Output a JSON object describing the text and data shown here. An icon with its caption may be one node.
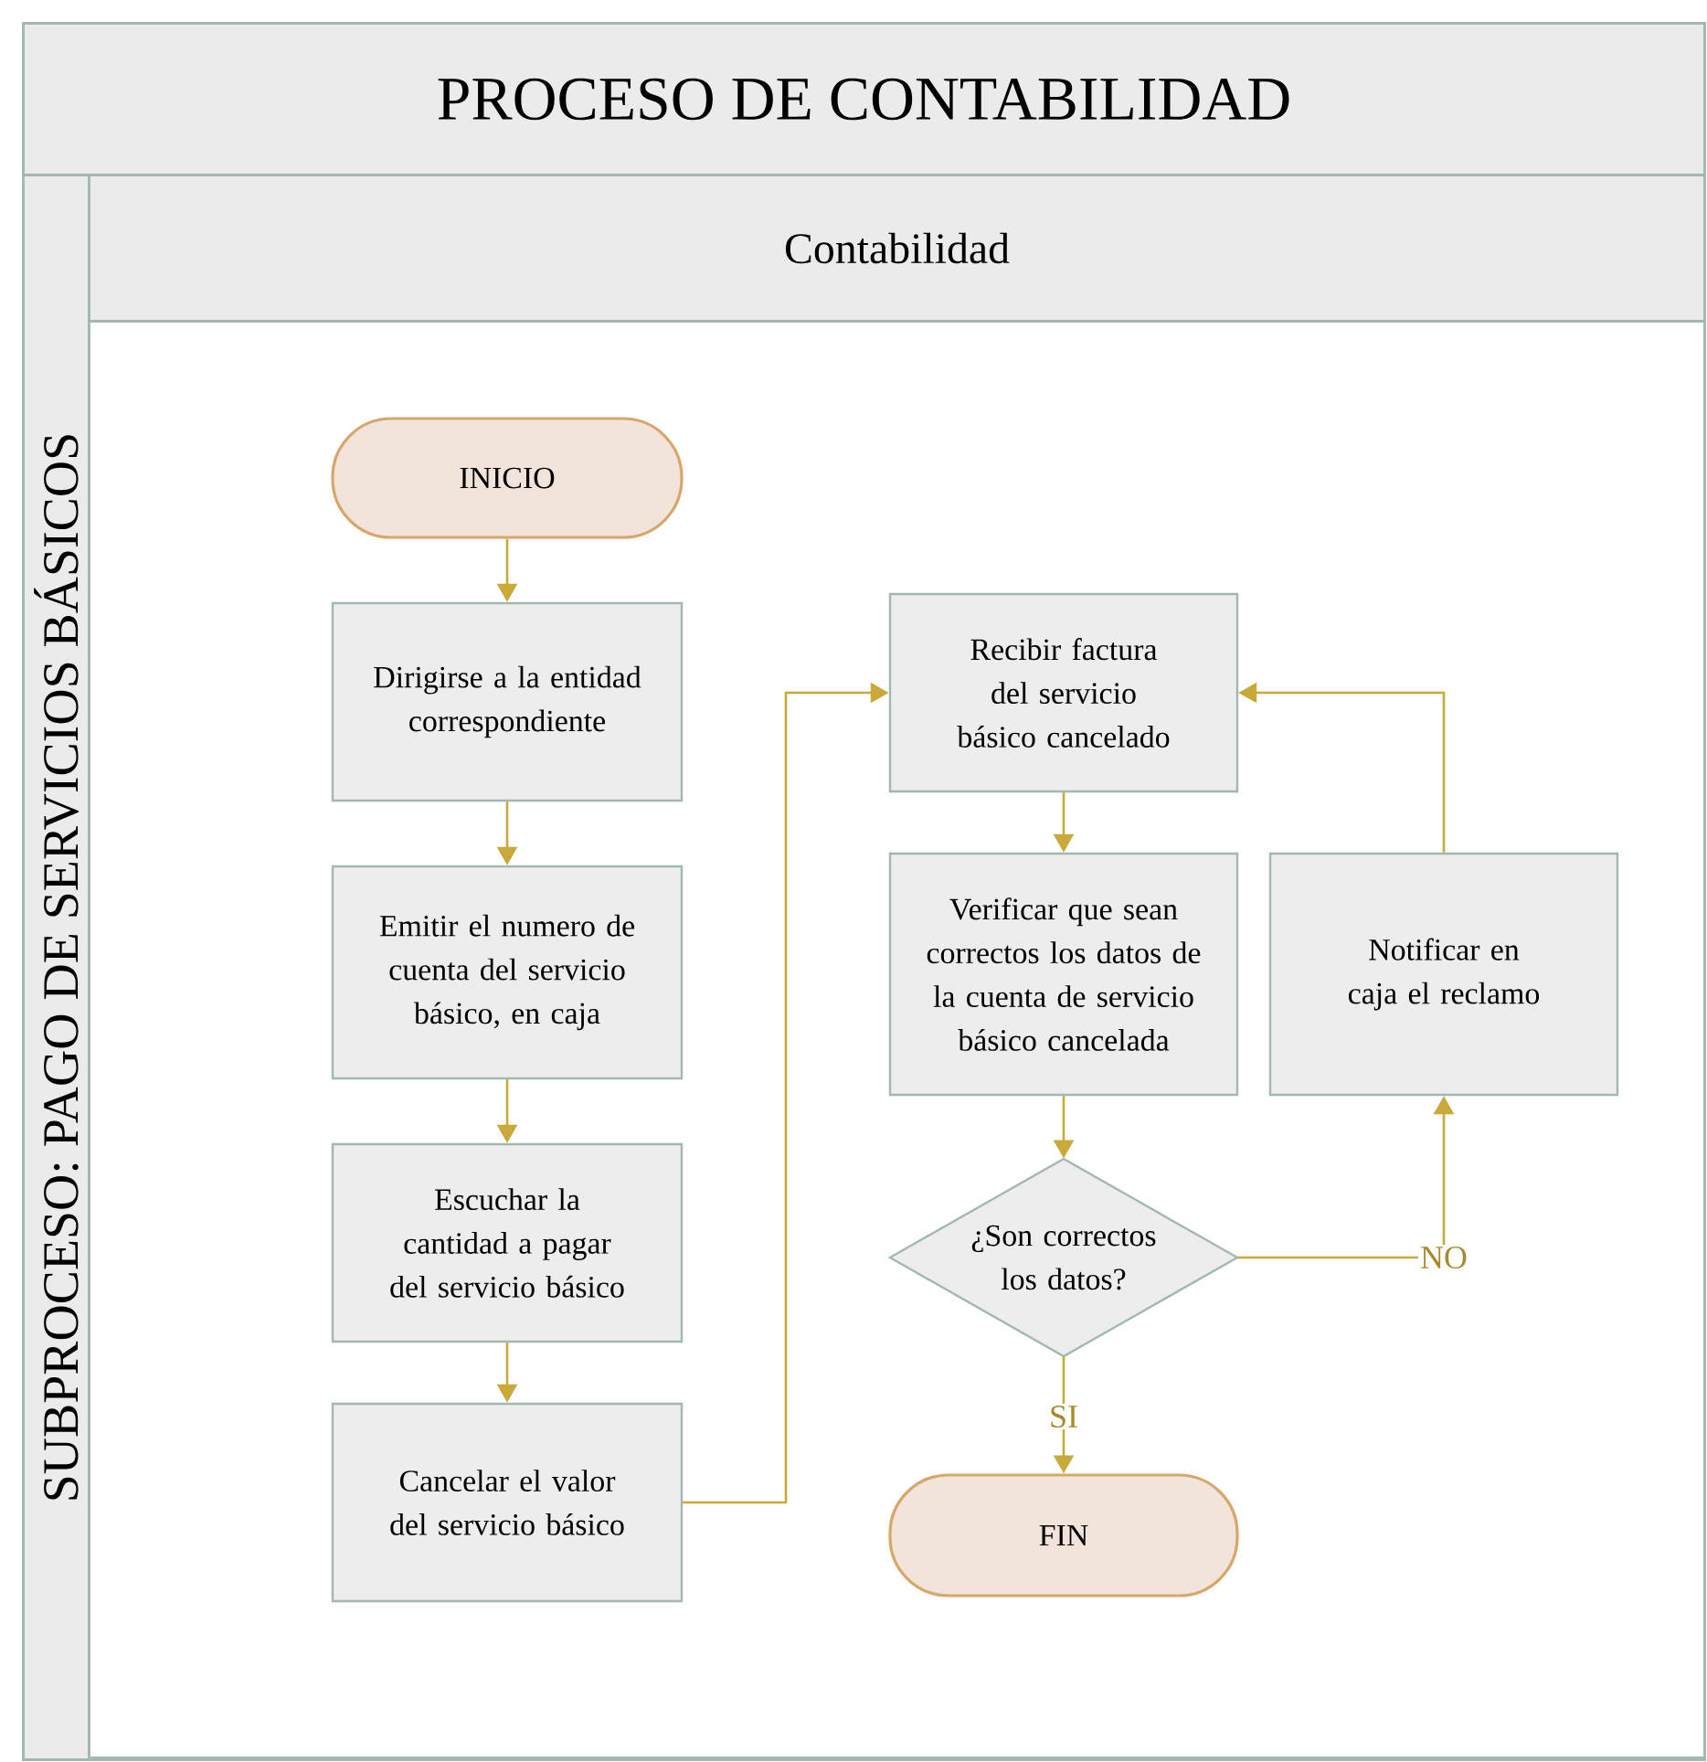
{
  "diagram": {
    "nodes": [
      {
        "text": [
          "PROCESO DE CONTABILIDAD",
          "SUBPROCESO: PAGO DE SERVICIOS BÁSICOS"
        ]
      },
      {
        "text": [
          "Contabilidad"
        ],
        "in": 0
      },
      {
        "text": [
          "INICIO"
        ],
        "in": 1
      },
      {
        "text": [
          "Dirigirse a la entidad correspondiente"
        ],
        "in": 1
      },
      {
        "text": [
          "Emitir el numero de cuenta del servicio básico, en caja"
        ],
        "in": 1
      },
      {
        "text": [
          "Escuchar la cantidad a pagar del servicio básico"
        ],
        "in": 1
      },
      {
        "text": [
          "Cancelar el valor del servicio básico"
        ],
        "in": 1
      },
      {
        "text": [
          "Recibir factura del servicio básico cancelado"
        ],
        "in": 1
      },
      {
        "text": [
          "Verificar que sean correctos los datos de la cuenta de servicio básico cancelada"
        ],
        "in": 1
      },
      {
        "text": [
          "¿Son correctos los datos?"
        ],
        "in": 1
      },
      {
        "text": [
          "Notificar en caja el reclamo"
        ],
        "in": 1
      },
      {
        "text": [
          "FIN"
        ],
        "in": 1
      }
    ],
    "edges": [
      {
        "from": 2,
        "to": 3,
        "arrow": "to"
      },
      {
        "from": 3,
        "to": 4,
        "arrow": "to"
      },
      {
        "from": 4,
        "to": 5,
        "arrow": "to"
      },
      {
        "from": 5,
        "to": 6,
        "arrow": "to"
      },
      {
        "from": 6,
        "to": 7,
        "arrow": "to"
      },
      {
        "from": 7,
        "to": 8,
        "arrow": "to"
      },
      {
        "from": 8,
        "to": 9,
        "arrow": "to"
      },
      {
        "from": 9,
        "to": 11,
        "arrow": "to",
        "label": "SI"
      },
      {
        "from": 9,
        "to": 10,
        "arrow": "to",
        "label": "NO"
      },
      {
        "from": 10,
        "to": 7,
        "arrow": "to"
      }
    ]
  }
}
